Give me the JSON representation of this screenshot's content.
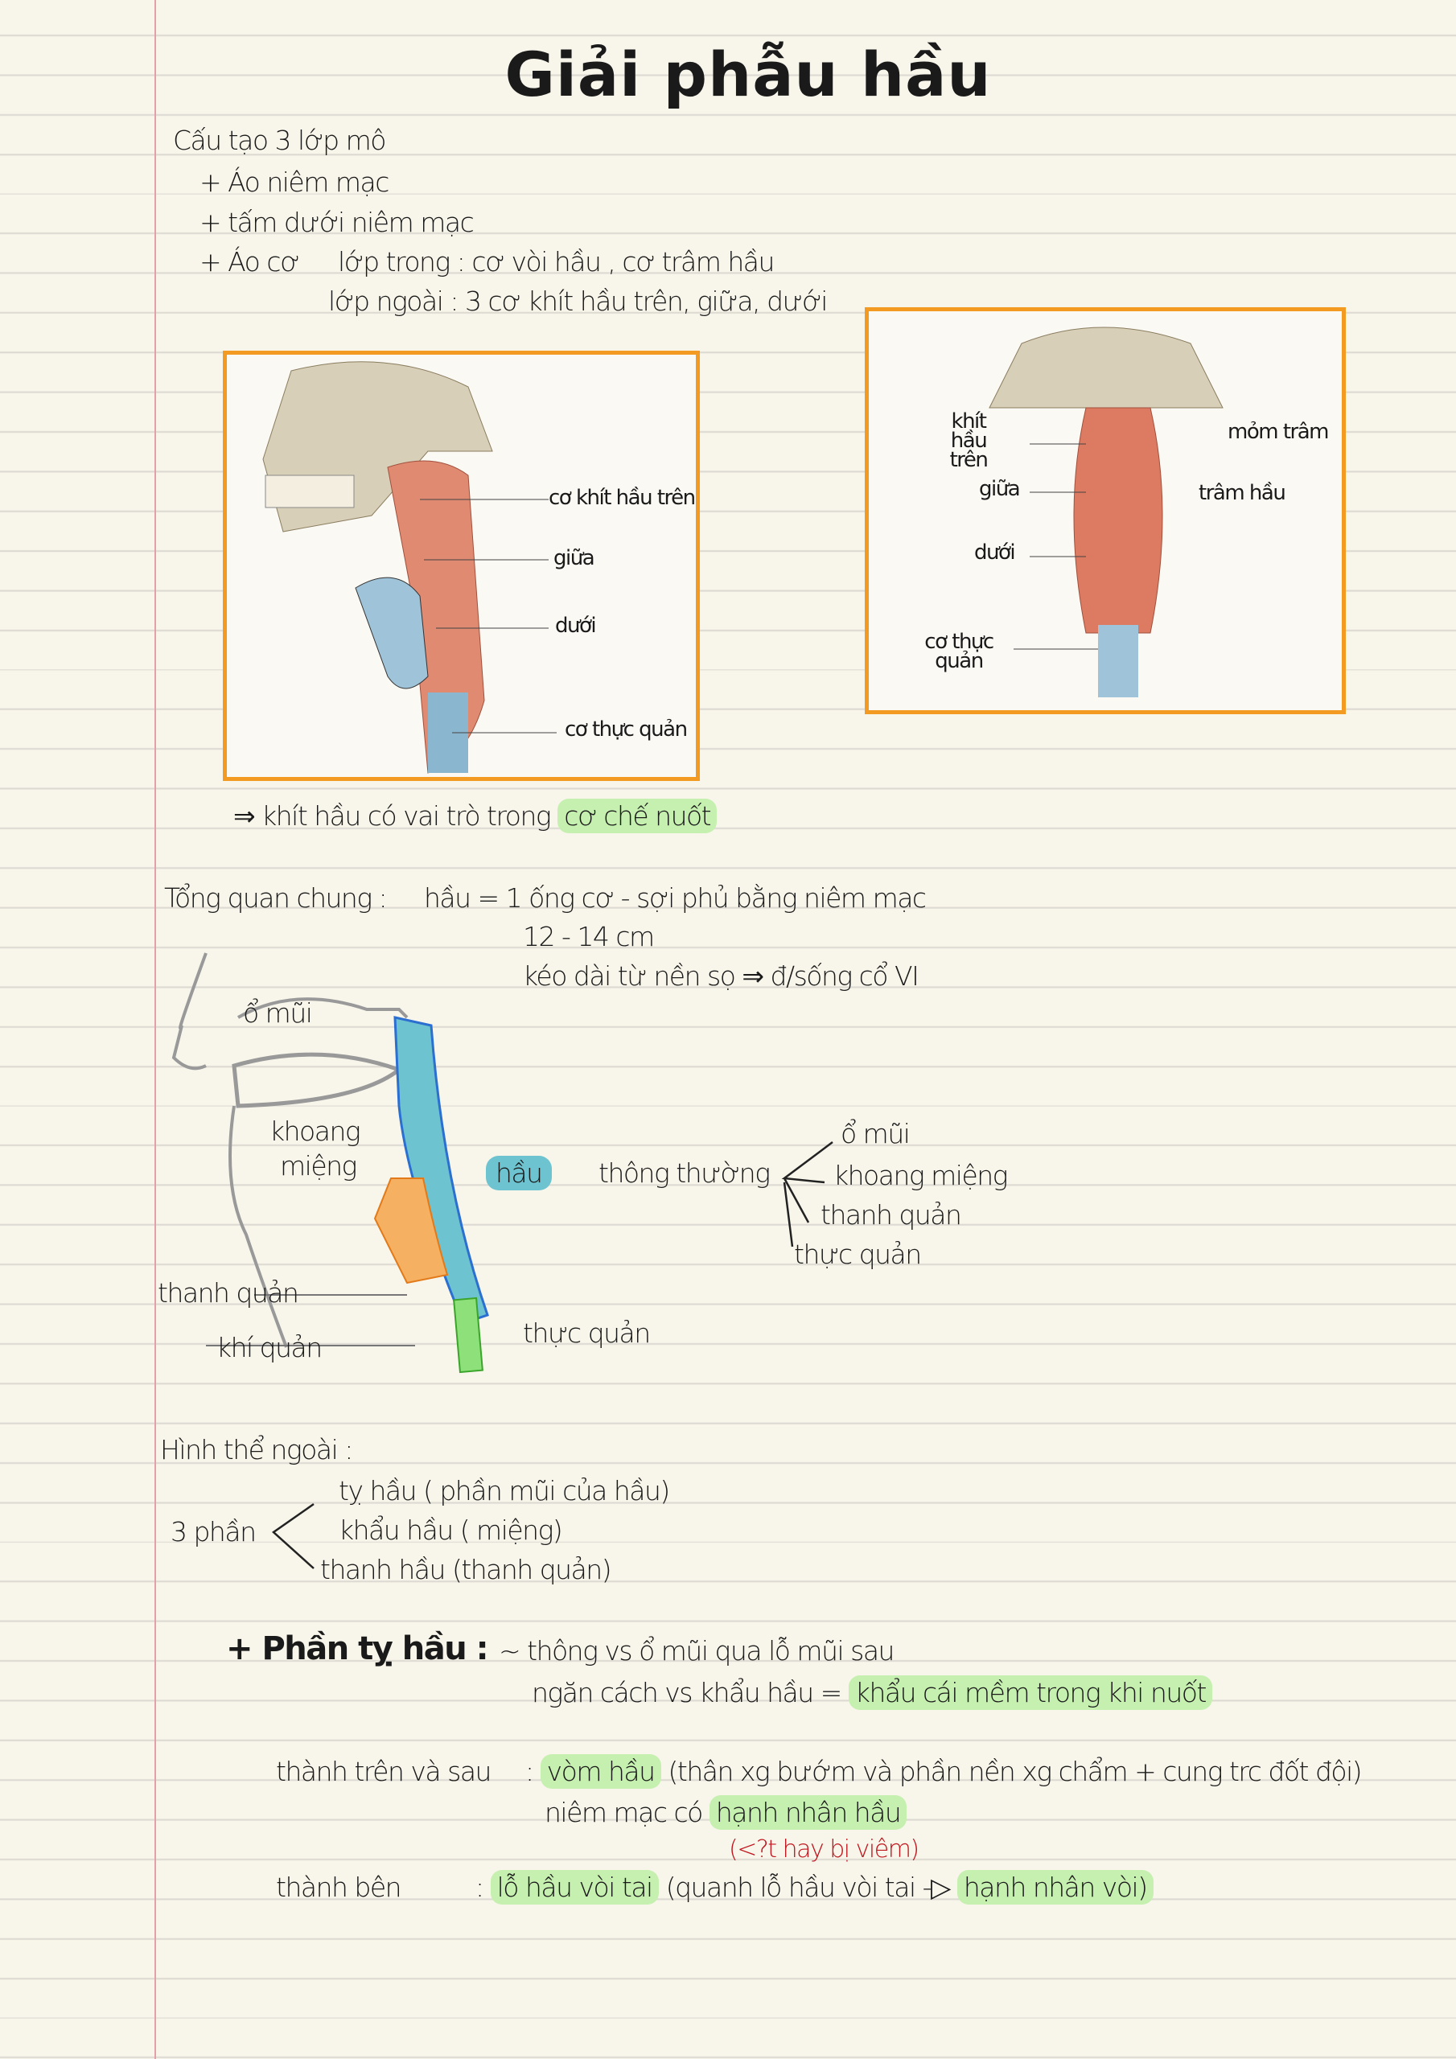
{
  "title": "Giải phẫu hầu",
  "structure": {
    "heading": "Cấu tạo 3 lớp mô",
    "items": [
      "+ Áo niêm mạc",
      "+ tấm dưới niêm mạc",
      "+ Áo cơ"
    ],
    "inner": "lớp trong : cơ vòi hầu , cơ trâm hầu",
    "outer": "lớp ngoài : 3 cơ khít hầu trên, giữa, dưới"
  },
  "figure1": {
    "labels": [
      "cơ khít hầu trên",
      "giữa",
      "dưới",
      "cơ thực quản"
    ]
  },
  "figure2": {
    "labels": {
      "upper": "khít hầu trên",
      "styloid": "mỏm trâm",
      "stylo": "trâm hầu",
      "middle": "giữa",
      "lower": "dưới",
      "esophagus": "cơ thực quản"
    }
  },
  "conclusion": {
    "prefix": "⇒ khít hầu có vai trò trong",
    "highlight": "cơ chế nuốt"
  },
  "overview": {
    "heading": "Tổng quan chung :",
    "line1": "hầu = 1 ống cơ - sợi phủ bằng niêm mạc",
    "line2": "12 - 14 cm",
    "line3": "kéo dài từ nền sọ ⇒ đ/sống cổ VI"
  },
  "figure3": {
    "nasal": "ổ mũi",
    "oral1": "khoang",
    "oral2": "miệng",
    "pharynx": "hầu",
    "larynx": "thanh quản",
    "trachea": "khí quản",
    "esophagus": "thực quản",
    "connects": "thông thường",
    "branches": [
      "ổ mũi",
      "khoang miệng",
      "thanh quản",
      "thực quản"
    ]
  },
  "external": {
    "heading": "Hình thể ngoài :",
    "parts_label": "3 phần",
    "parts": [
      "tỵ hầu ( phần mũi của hầu)",
      "khẩu hầu  ( miệng)",
      "thanh hầu  (thanh quản)"
    ]
  },
  "nasopharynx": {
    "heading": "+ Phần tỵ hầu :",
    "line1": "~ thông vs ổ mũi qua lỗ mũi sau",
    "line2_prefix": "ngăn cách vs khẩu hầu =",
    "line2_hl": "khẩu cái mềm  trong khi nuốt",
    "upper_label": "thành trên và sau",
    ":": ":",
    "upper_hl": "vòm hầu",
    "upper_rest": "(thân xg bướm và phần nền xg chẩm + cung trc đốt đội)",
    "mucosa_prefix": "niêm mạc có",
    "mucosa_hl": "hạnh nhân hầu",
    "note": "(<?t hay bị viêm)",
    "lateral_label": "thành bên",
    "lateral_hl": "lỗ hầu vòi tai",
    "lateral_rest": "(quanh lỗ hầu vòi tai -▷",
    "lateral_hl2": "hạnh nhân vòi)"
  },
  "colors": {
    "frame": "#f29a22",
    "highlight": "#c6f0b0",
    "pharynx": "#6ec3d1",
    "note": "#c0141c"
  }
}
